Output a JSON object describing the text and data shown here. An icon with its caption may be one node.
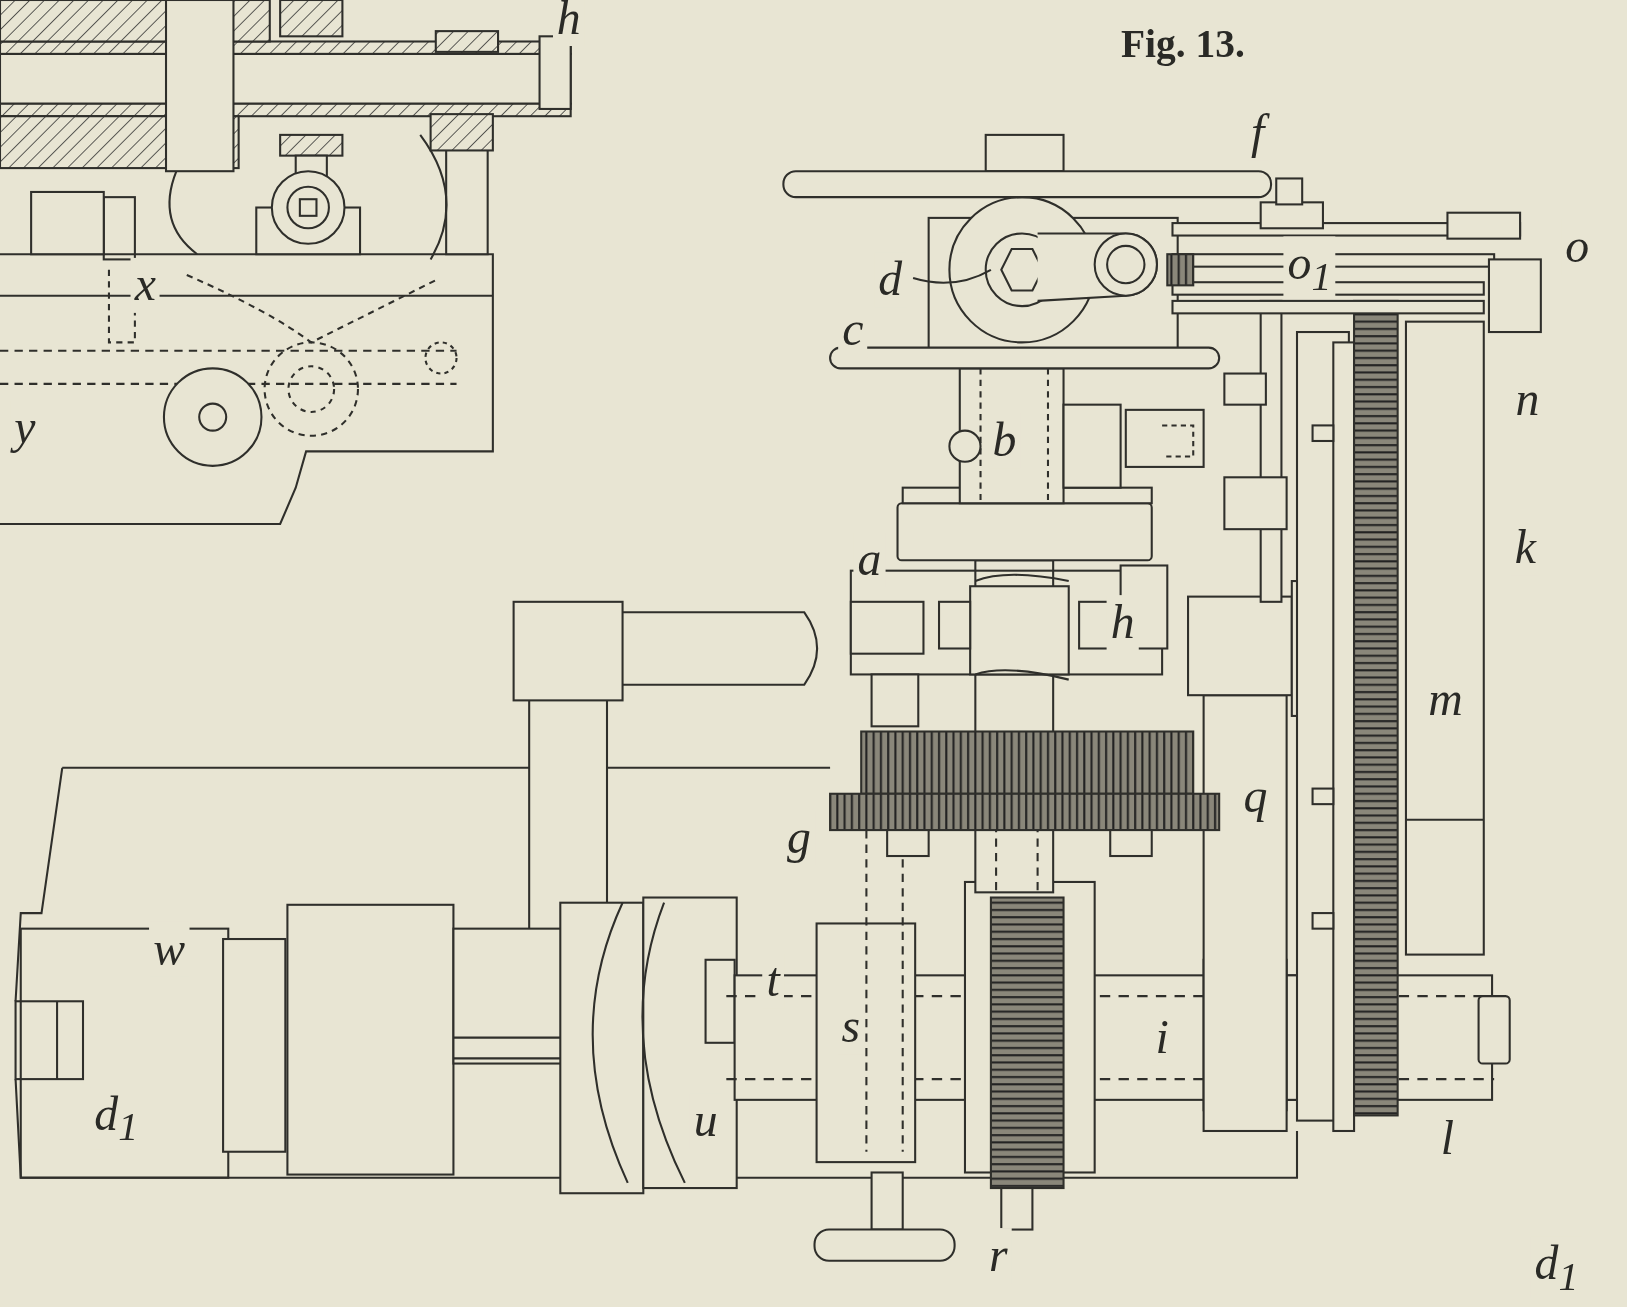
{
  "diagram": {
    "title": "Fig. 13.",
    "labels": [
      "h",
      "f",
      "o",
      "d",
      "o$_{1}$",
      "c",
      "x",
      "b",
      "y",
      "n",
      "k",
      "a",
      "h",
      "m",
      "q",
      "g",
      "w",
      "t",
      "s",
      "i",
      "d$_{1}$",
      "u",
      "l",
      "r",
      "d$_{1}$"
    ]
  }
}
